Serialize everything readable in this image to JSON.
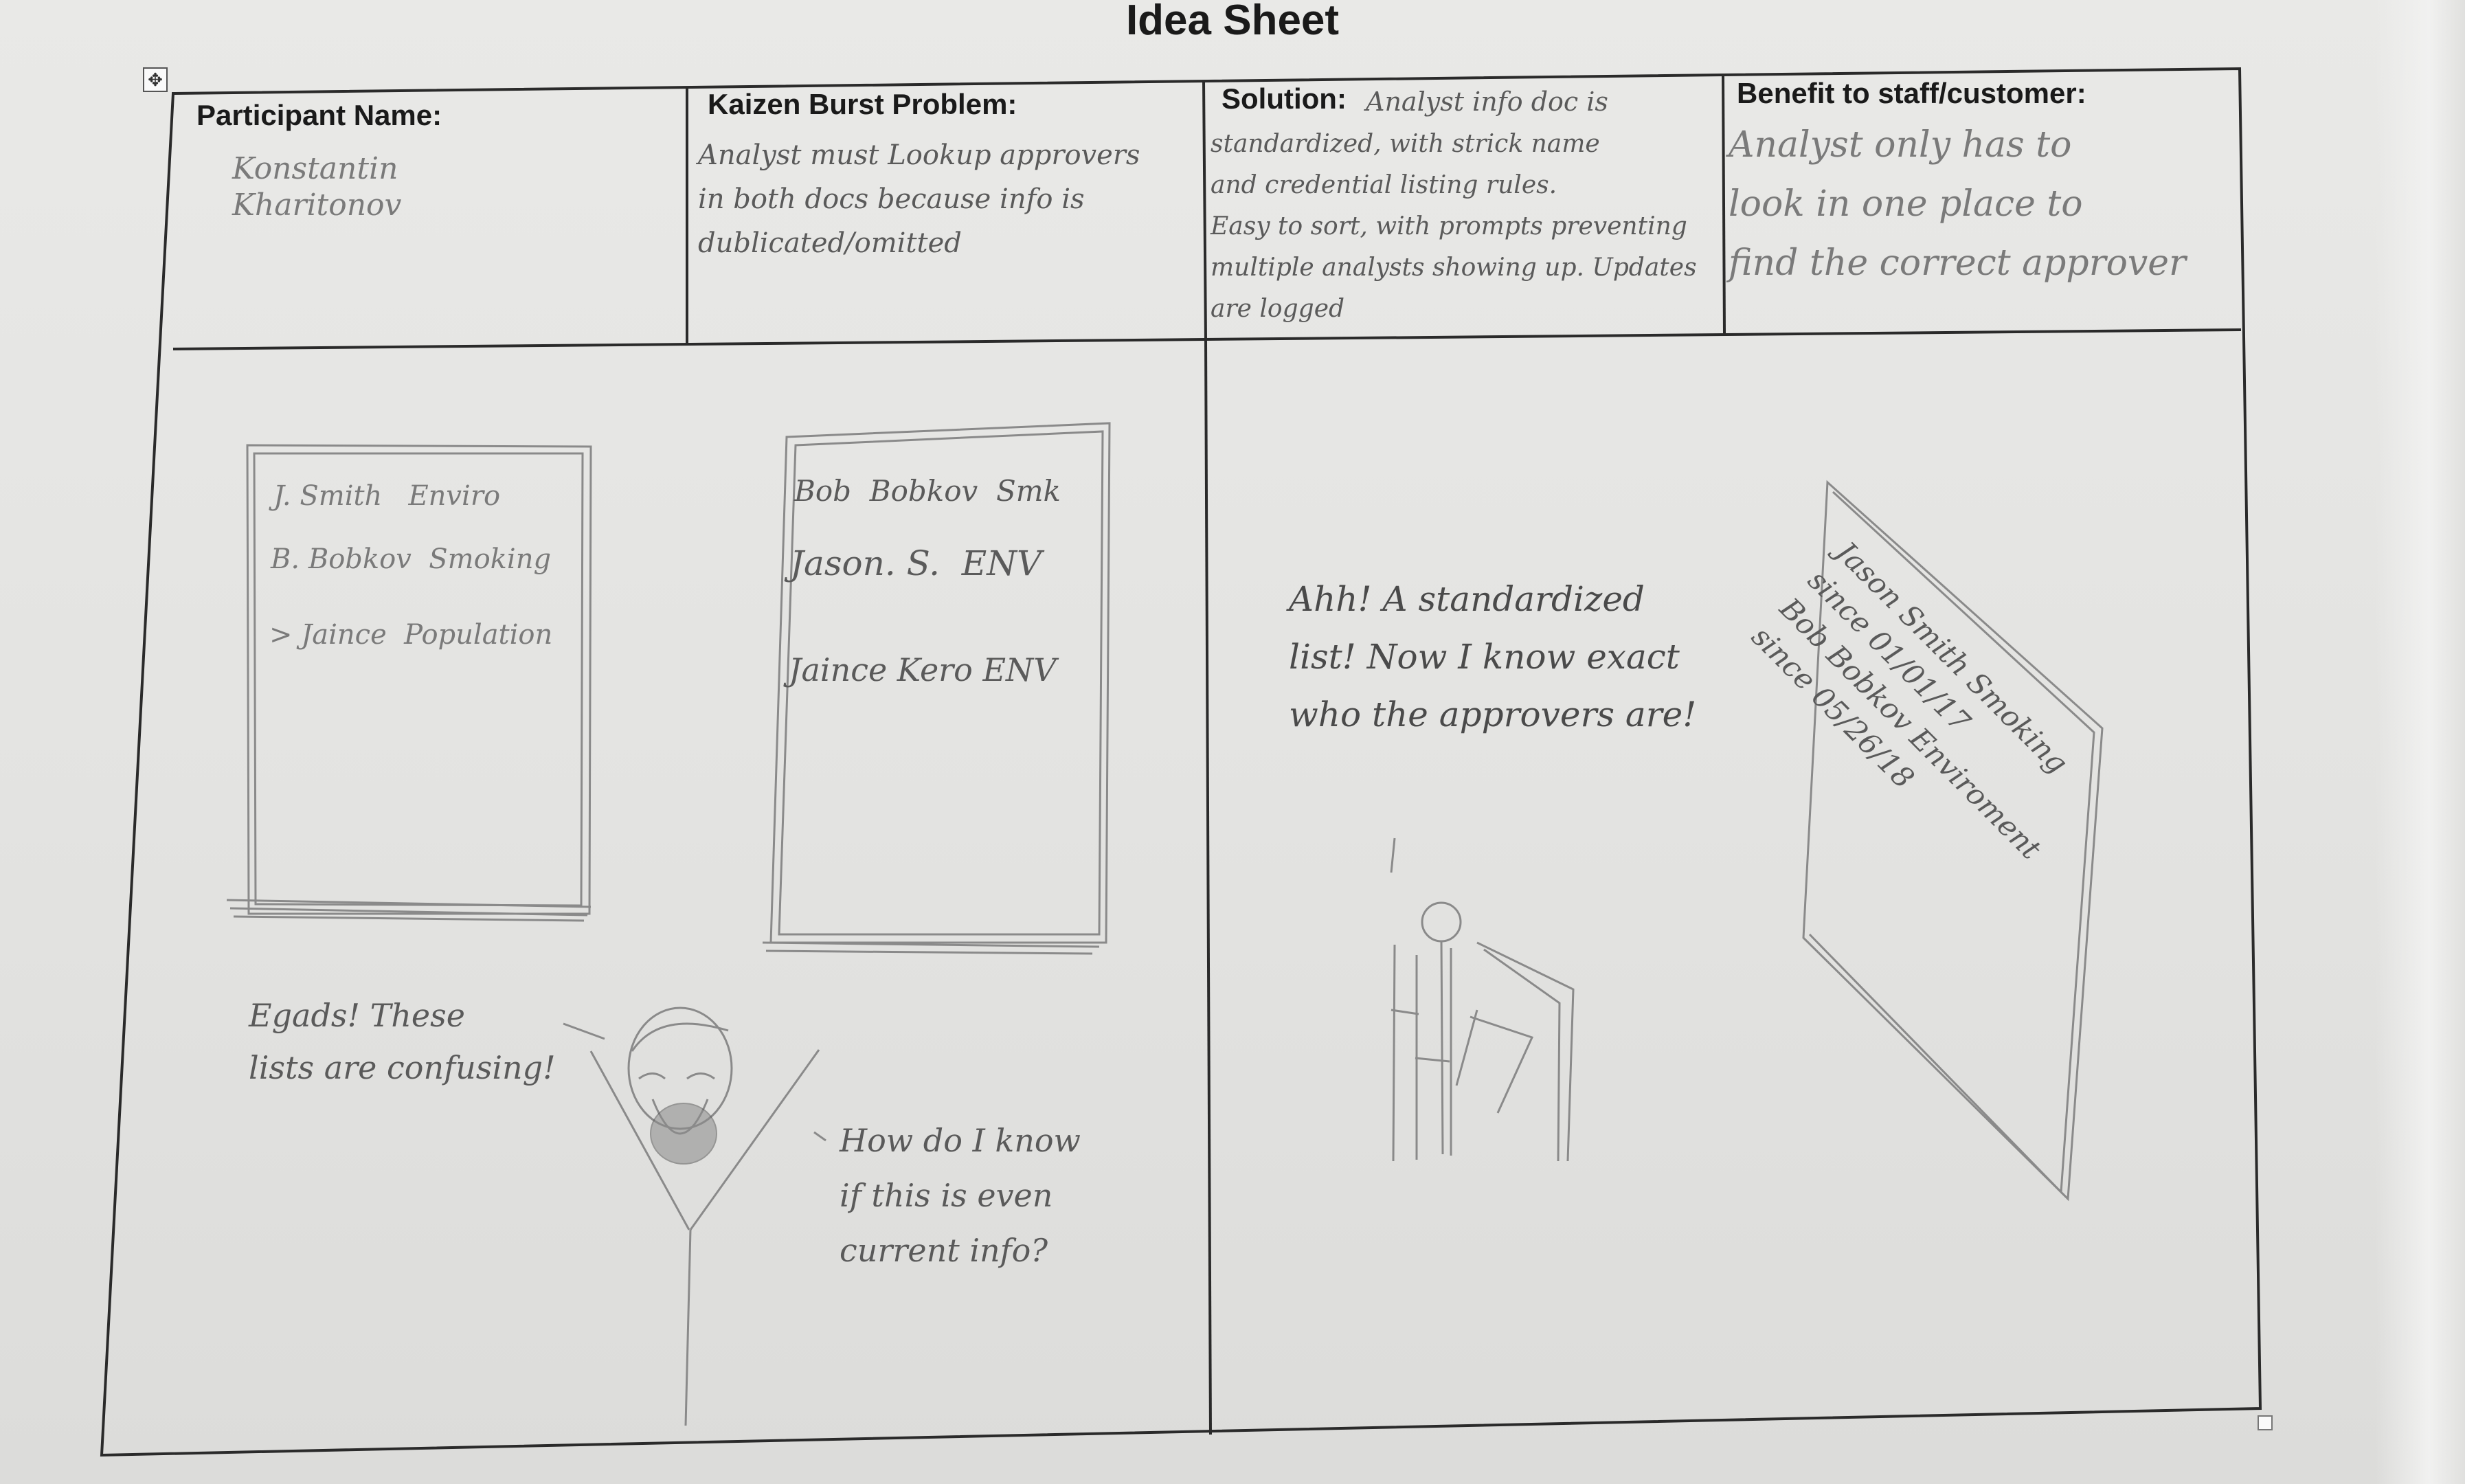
{
  "title": "Idea Sheet",
  "header": {
    "participant": {
      "label": "Participant Name:",
      "value": "Konstantin\nKharitonov"
    },
    "problem": {
      "label": "Kaizen Burst Problem:",
      "value": "Analyst must Lookup approvers\nin both docs because info is\ndublicated/omitted"
    },
    "solution": {
      "label": "Solution:",
      "value_first": "Analyst info doc is",
      "value_rest": "standardized, with strick name\nand credential listing rules.\nEasy to sort, with prompts preventing\nmultiple analysts showing up. Updates\nare logged"
    },
    "benefit": {
      "label": "Benefit to staff/customer:",
      "value": "Analyst only has to\nlook in one place to\nfind the correct approver"
    }
  },
  "sketch_left": {
    "list1": [
      "J. Smith   Enviro",
      "B. Bobkov  Smoking",
      "> Jaince  Population"
    ],
    "list2": [
      "Bob  Bobkov  Smk",
      "Jason. S.  ENV",
      "Jaince Kero ENV"
    ],
    "bubble1": "Egads! These\nlists are confusing!",
    "bubble2": "How do I know\nif this is even\ncurrent info?"
  },
  "sketch_right": {
    "bubble": "Ahh! A standardized\nlist! Now I know exact\nwho the approvers are!",
    "board": "Jason Smith Smoking\nsince 01/01/17\nBob Bobkov Enviroment\nsince 05/26/18"
  }
}
